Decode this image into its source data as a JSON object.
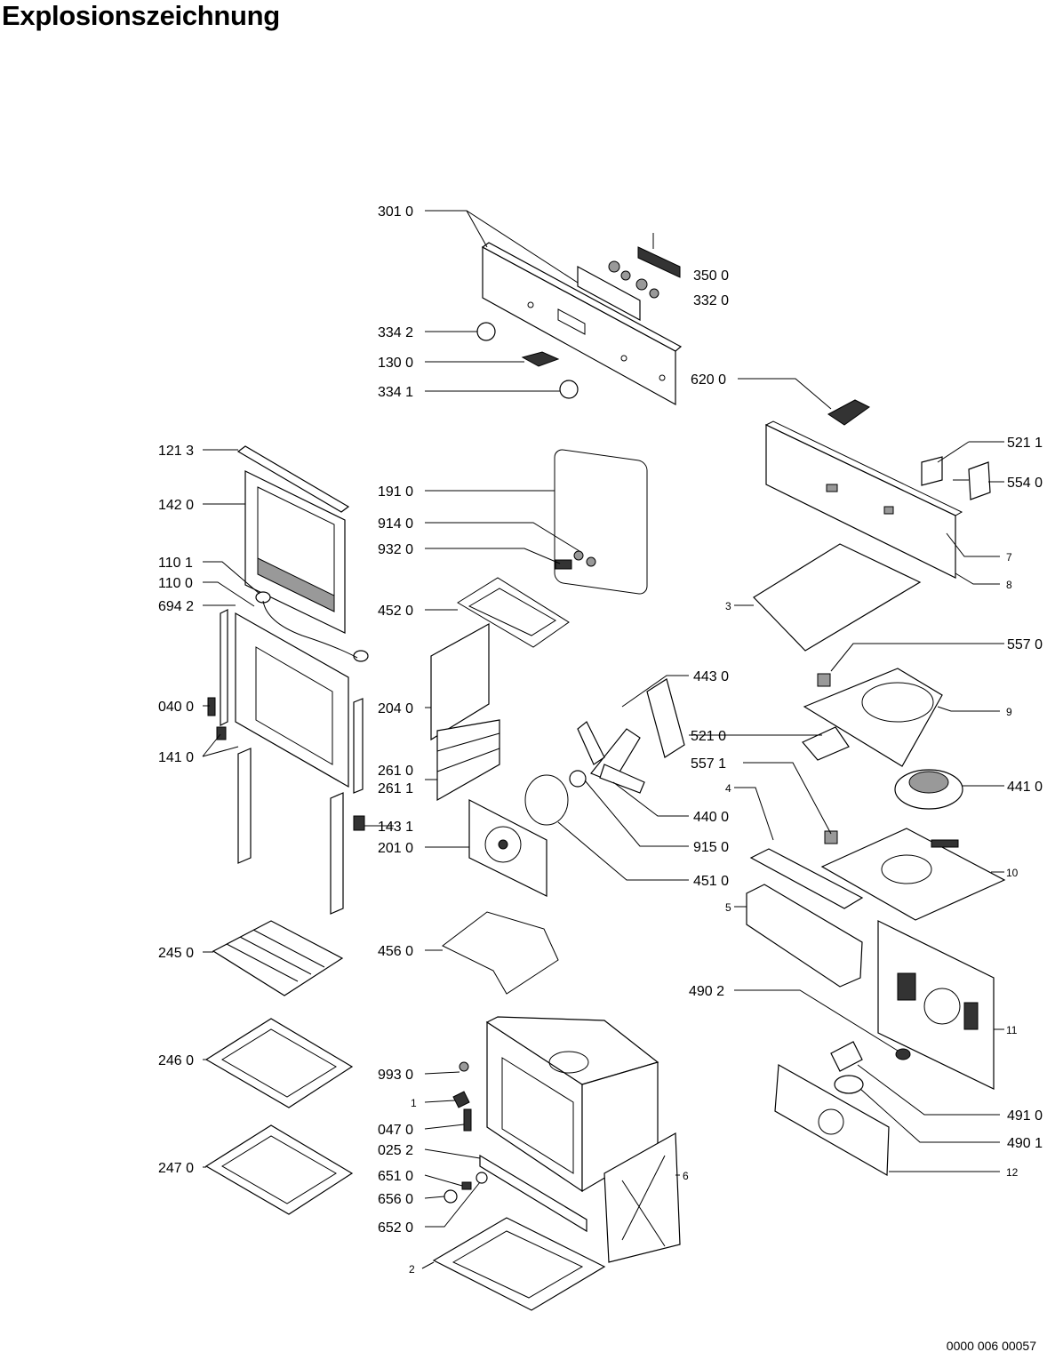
{
  "title": "Explosionszeichnung",
  "document_number": "0000 006 00057",
  "labels": {
    "p3010": "301 0",
    "p3500": "350 0",
    "p3320": "332 0",
    "p3342": "334 2",
    "p1300": "130 0",
    "p3341": "334 1",
    "p6200": "620 0",
    "p1213": "121 3",
    "p1420": "142 0",
    "p1101": "110 1",
    "p1100": "110 0",
    "p6942": "694 2",
    "p0400": "040 0",
    "p1410": "141 0",
    "p1910": "191 0",
    "p9140": "914 0",
    "p9320": "932 0",
    "p4520": "452 0",
    "p2040": "204 0",
    "p2610": "261 0",
    "p2611": "261 1",
    "p1431": "143 1",
    "p2010": "201 0",
    "p4430": "443 0",
    "p5210": "521 0",
    "p5571": "557 1",
    "p4400": "440 0",
    "p9150": "915 0",
    "p4510": "451 0",
    "p5211": "521 1",
    "p5540": "554 0",
    "n7": "7",
    "n8": "8",
    "n3": "3",
    "p5570": "557 0",
    "n9": "9",
    "p4410": "441 0",
    "n4": "4",
    "n10": "10",
    "n5": "5",
    "p2450": "245 0",
    "p4560": "456 0",
    "p4902": "490 2",
    "n11": "11",
    "p2460": "246 0",
    "p9930": "993 0",
    "n1": "1",
    "p0470": "047 0",
    "p0252": "025 2",
    "p6510": "651 0",
    "p6560": "656 0",
    "p6520": "652 0",
    "n6": "6",
    "p4910": "491 0",
    "p4901": "490 1",
    "n12": "12",
    "p2470": "247 0",
    "n2": "2"
  }
}
